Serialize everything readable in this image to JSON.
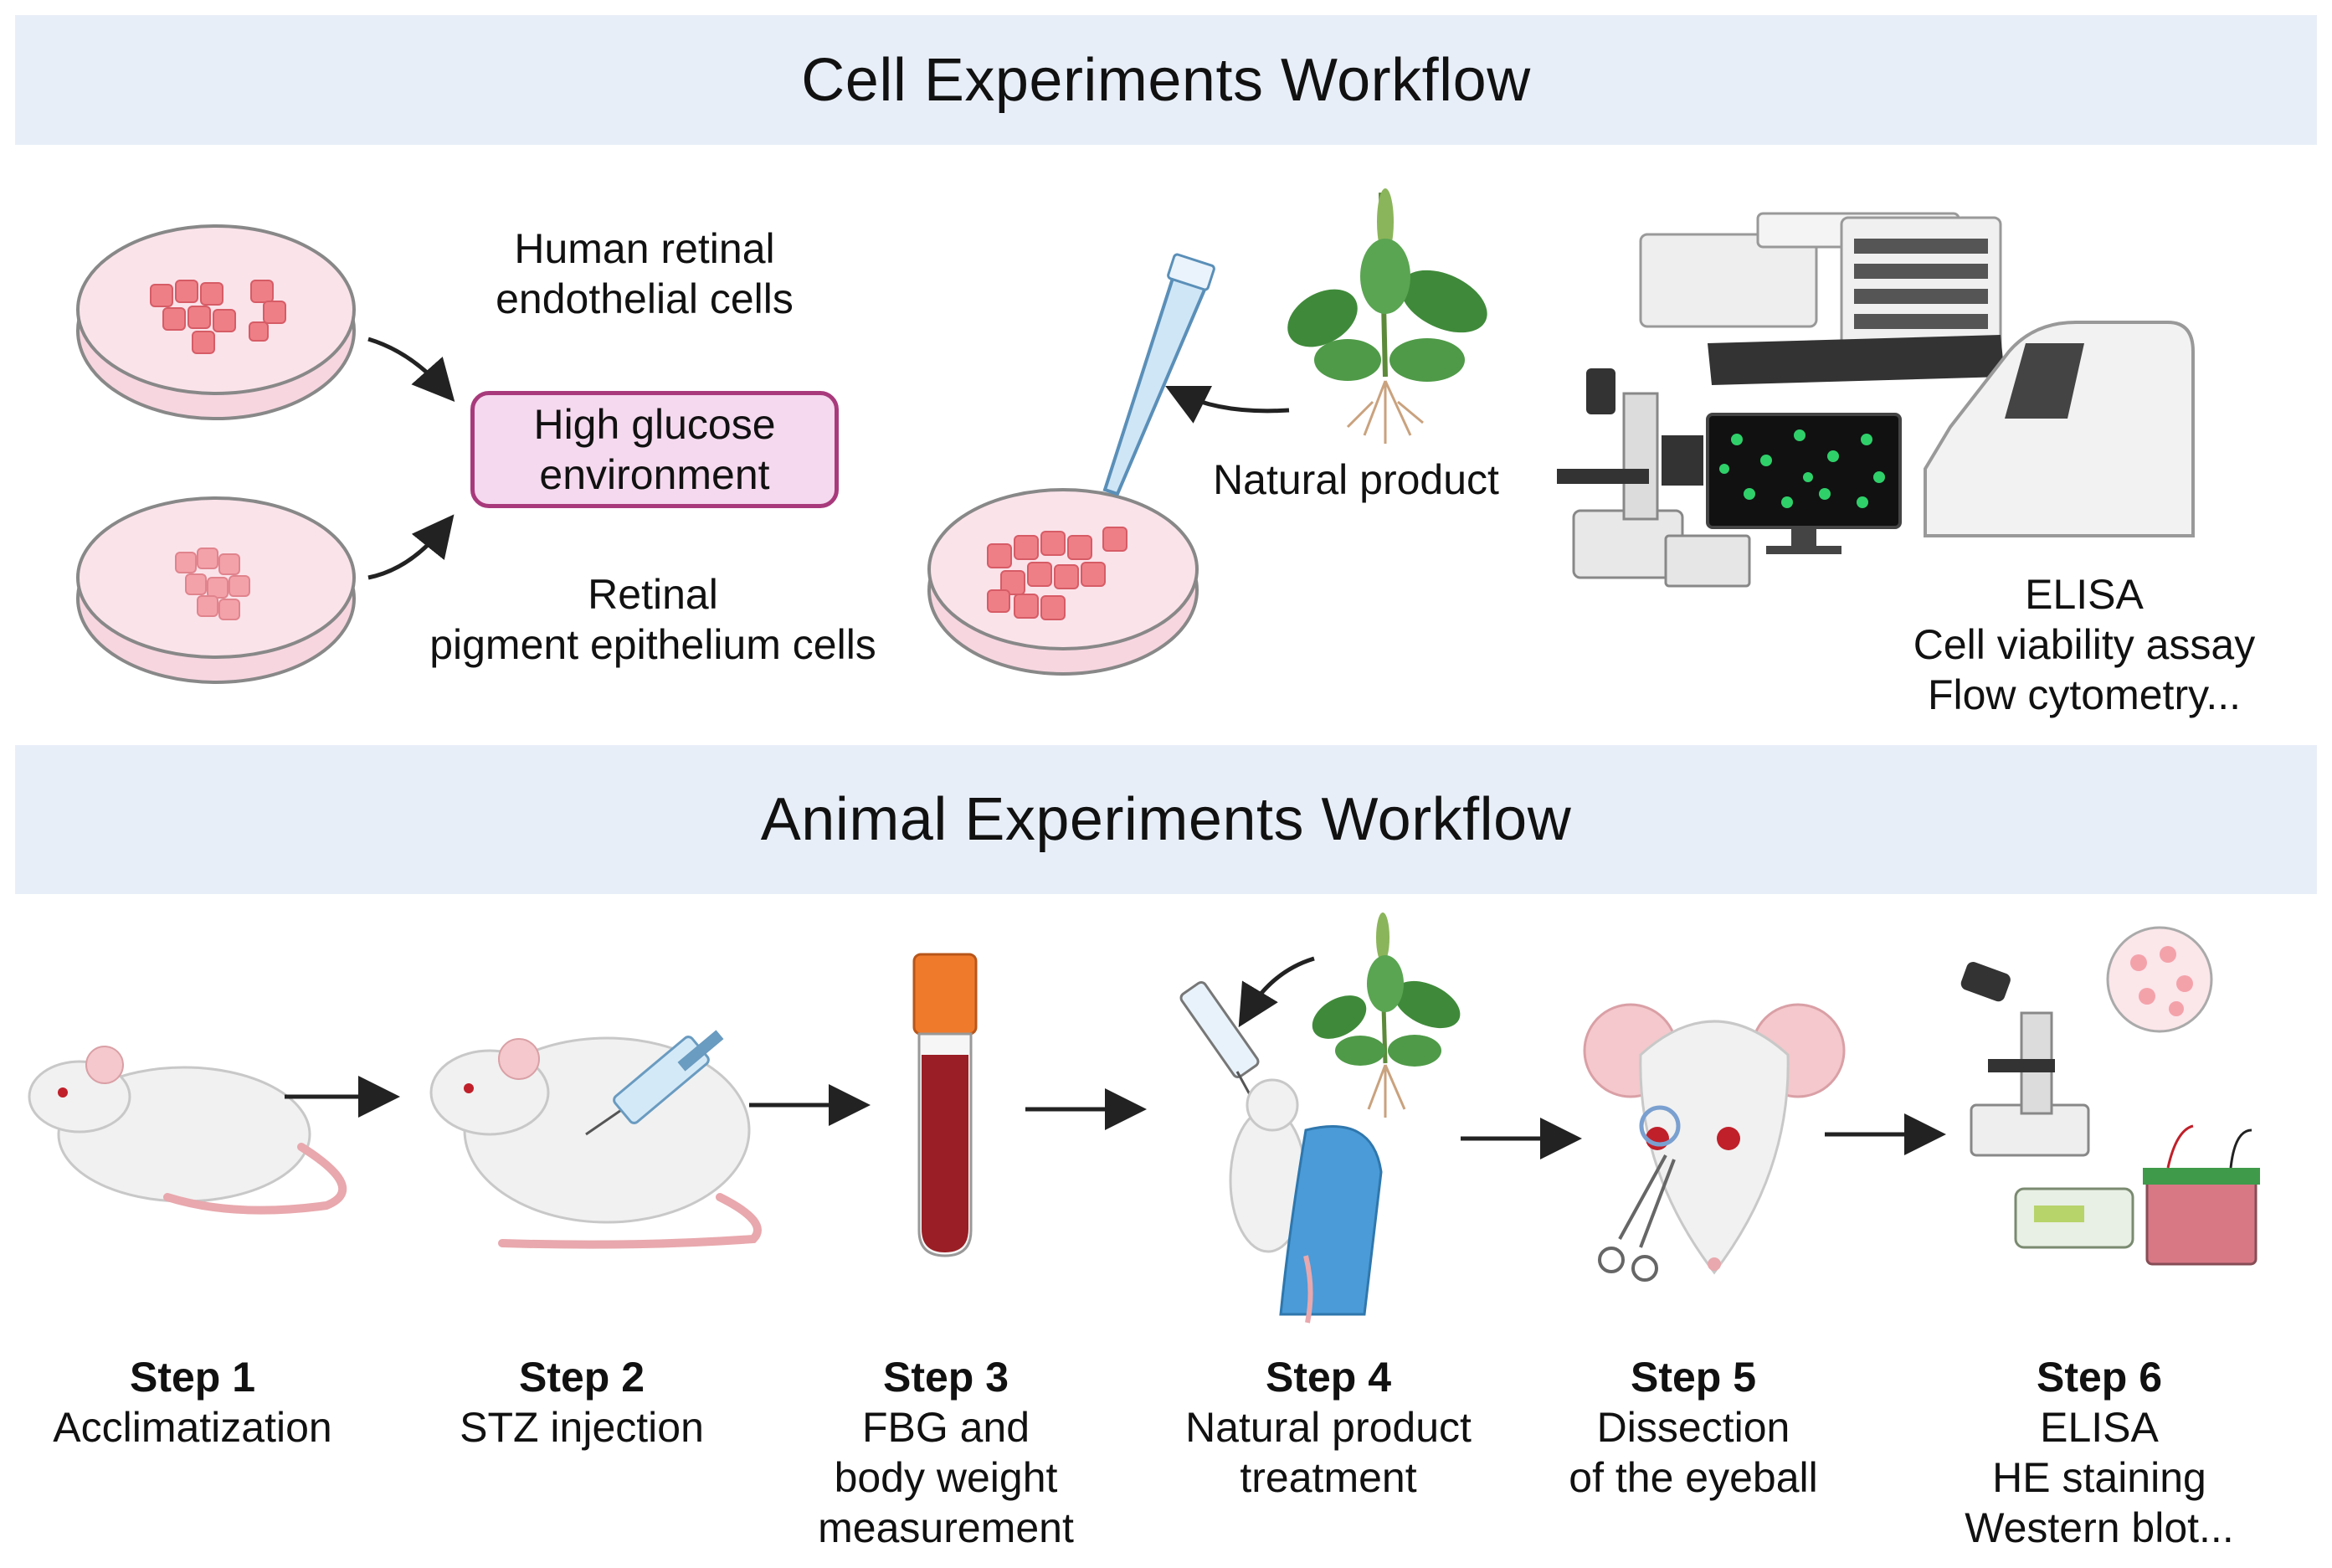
{
  "cell_workflow": {
    "title": "Cell Experiments Workflow",
    "cell_type_1": [
      "Human retinal",
      "endothelial cells"
    ],
    "cell_type_2": [
      "Retinal",
      "pigment epithelium cells"
    ],
    "condition": [
      "High glucose",
      "environment"
    ],
    "treatment": "Natural product",
    "assays": [
      "ELISA",
      "Cell viability assay",
      "Flow cytometry..."
    ]
  },
  "animal_workflow": {
    "title": "Animal Experiments Workflow",
    "steps": [
      {
        "title": "Step 1",
        "lines": [
          "Acclimatization"
        ]
      },
      {
        "title": "Step 2",
        "lines": [
          "STZ injection"
        ]
      },
      {
        "title": "Step 3",
        "lines": [
          "FBG and",
          "body weight",
          "measurement"
        ]
      },
      {
        "title": "Step 4",
        "lines": [
          "Natural product",
          "treatment"
        ]
      },
      {
        "title": "Step 5",
        "lines": [
          "Dissection",
          "of the eyeball"
        ]
      },
      {
        "title": "Step 6",
        "lines": [
          "ELISA",
          "HE staining",
          "Western blot..."
        ]
      }
    ]
  },
  "colors": {
    "banner": "#e8eef8",
    "box_fill": "#f5d9ee",
    "box_border": "#a83a7c",
    "dish_fill": "#f7d6e0",
    "cell_fill": "#ef7f86",
    "blood": "#9a1e25",
    "cap": "#f07a2b",
    "glove": "#4a9bd8",
    "leaf": "#3f8a3a"
  }
}
